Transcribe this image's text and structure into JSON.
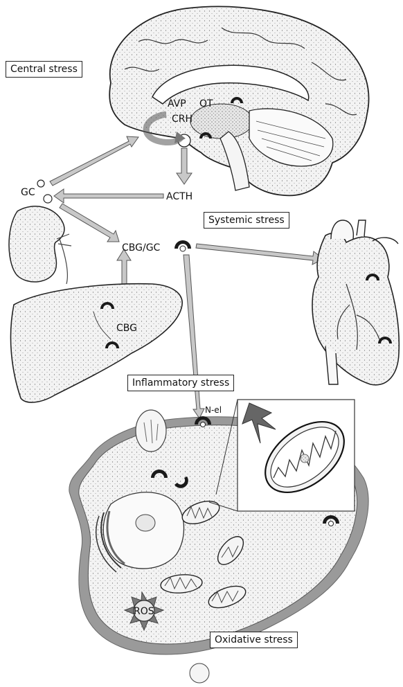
{
  "labels": {
    "central_stress": "Central stress",
    "systemic_stress": "Systemic stress",
    "inflammatory_stress": "Inflammatory stress",
    "oxidative_stress": "Oxidative stress",
    "avp": "AVP",
    "ot": "OT",
    "crh": "CRH",
    "acth": "ACTH",
    "gc": "GC",
    "cbg_gc": "CBG/GC",
    "cbg": "CBG",
    "n_el": "N-el",
    "ros": "ROS"
  },
  "colors": {
    "arrow_fill": "#c8c8c8",
    "outline": "#222222",
    "tissue": "#f2f2f2",
    "cell_fill": "#ececec",
    "membrane": "#9a9a9a",
    "receptor": "#1a1a1a"
  },
  "icons": [
    "brain-illustration",
    "adrenal-kidney-illustration",
    "liver-illustration",
    "heart-illustration",
    "cell-illustration",
    "mitochondrion-inset",
    "lightning-bolt-icon",
    "receptor-icon",
    "ros-burst-icon"
  ]
}
